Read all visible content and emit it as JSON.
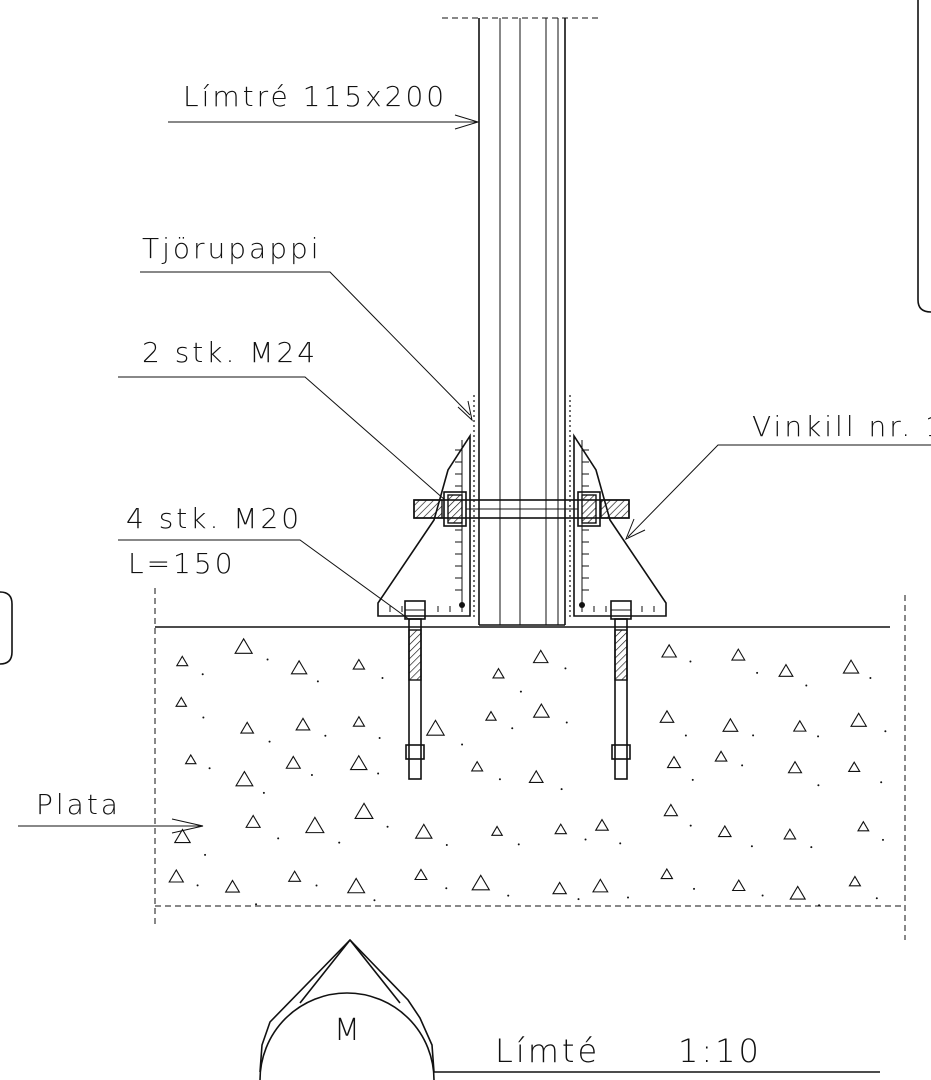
{
  "labels": {
    "glulam": "Límtré 115x200",
    "tar_paper": "Tjörupappi",
    "bolts_m24": "2 stk. M24",
    "angle": "Vinkill nr. 1",
    "anchors_m20": "4 stk. M20",
    "anchor_length": "L=150",
    "slab": "Plata"
  },
  "title_block": {
    "marker": "M",
    "title": "Límté",
    "scale": "1:10"
  }
}
